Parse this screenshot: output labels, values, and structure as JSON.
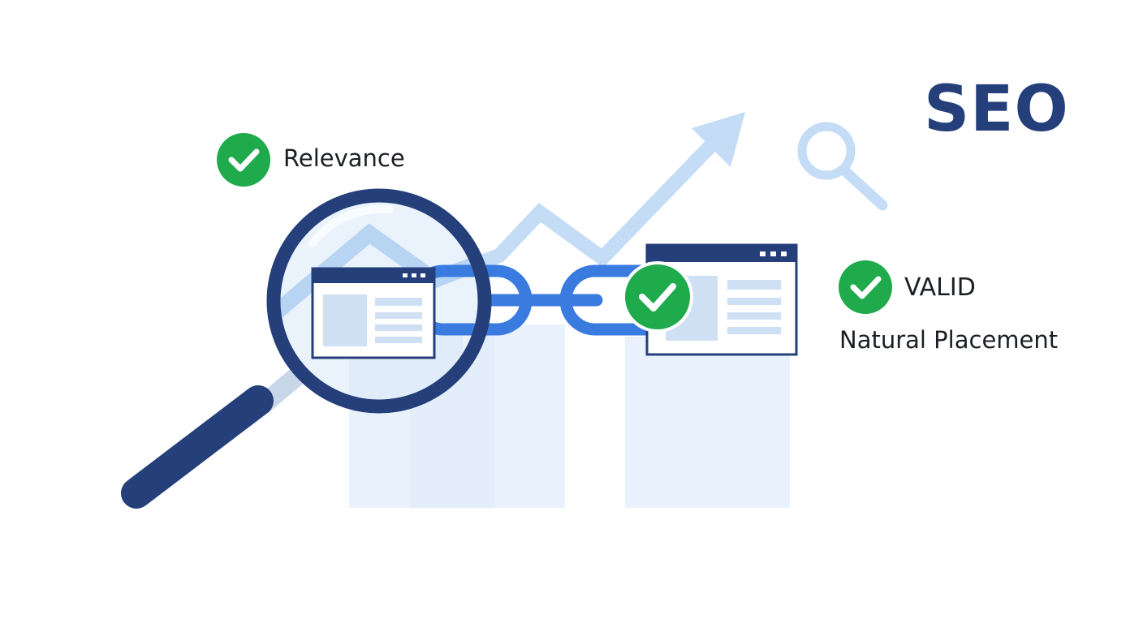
{
  "title": "SEO",
  "badges": {
    "relevance": "Relevance",
    "valid": "VALID",
    "placement": "Natural Placement"
  },
  "icons": {
    "check": "check-circle-icon",
    "magnifier": "magnifying-glass-icon",
    "search": "search-icon",
    "link": "chain-link-icon",
    "window": "browser-window-icon",
    "trend": "trend-arrow-icon"
  },
  "colors": {
    "navy": "#243f7a",
    "link_blue": "#3a7be0",
    "light_blue": "#c4dcf6",
    "pale_blue": "#e9f2fc",
    "check_green": "#1faa4c",
    "text": "#1b1f24"
  }
}
